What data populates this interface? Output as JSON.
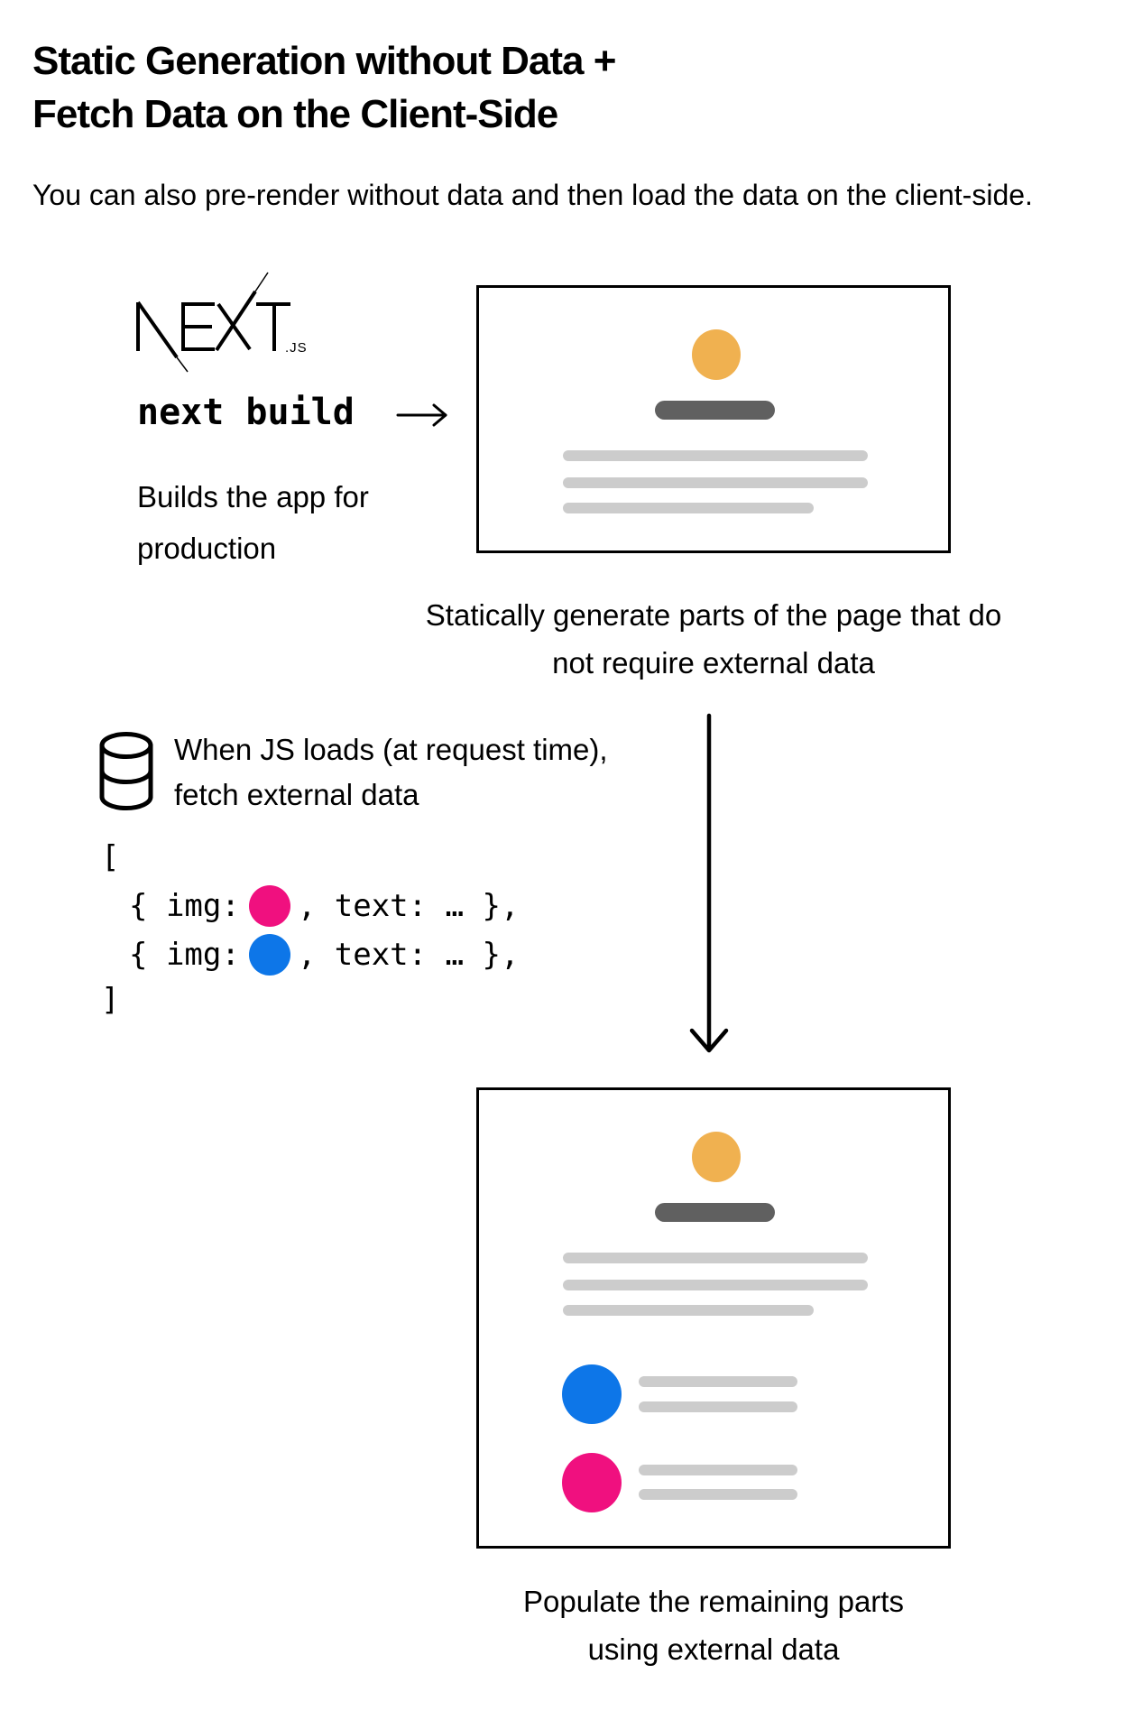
{
  "page": {
    "title_lines": [
      "Static Generation without Data +",
      "Fetch Data on the Client-Side"
    ],
    "subtitle": "You can also pre-render without data and then load the data on the client-side."
  },
  "build_step": {
    "logo": {
      "icon": "nextjs-logo",
      "wordmark": "NEXT",
      "suffix": ".JS"
    },
    "command": "next build",
    "arrow_icon": "right-arrow-icon",
    "description": "Builds the app for production"
  },
  "static_card": {
    "caption_lines": [
      "Statically generate parts of the page that do",
      "not require external data"
    ]
  },
  "fetch_step": {
    "icon": "database-icon",
    "text_lines": [
      "When JS loads (at request time),",
      "fetch external data"
    ]
  },
  "code_block": {
    "open_bracket": "[",
    "rows": [
      {
        "prefix": "{ img:",
        "img_dot_color": "#f0107f",
        "suffix": ", text: … },"
      },
      {
        "prefix": "{ img:",
        "img_dot_color": "#0d76e8",
        "suffix": ", text: … },"
      }
    ],
    "close_bracket": "]",
    "flow_arrow_icon": "down-arrow-icon"
  },
  "populated_card": {
    "caption_lines": [
      "Populate the remaining parts",
      "using external data"
    ]
  },
  "colors": {
    "accent_orange": "#f0b150",
    "accent_pink": "#f0107f",
    "accent_blue": "#0d76e8",
    "bar_dark_gray": "#606060",
    "bar_light_gray": "#cccccc",
    "ink": "#000000"
  }
}
